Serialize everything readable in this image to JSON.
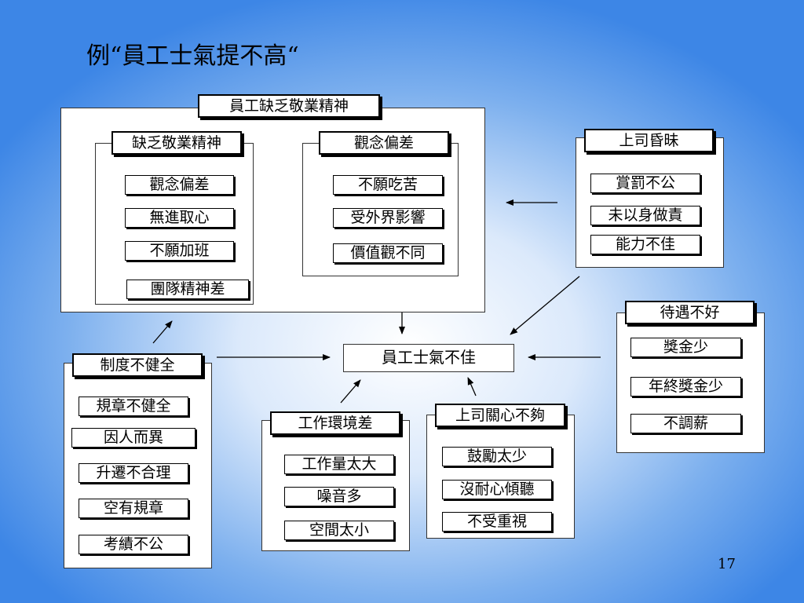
{
  "title": "例“員工士氣提不高“",
  "page_number": "17",
  "center": "員工士氣不佳",
  "employee_attitude": {
    "heading": "員工缺乏敬業精神",
    "lack_dedication": {
      "heading": "缺乏敬業精神",
      "items": [
        "觀念偏差",
        "無進取心",
        "不願加班",
        "團隊精神差"
      ]
    },
    "concept_bias": {
      "heading": "觀念偏差",
      "items": [
        "不願吃苦",
        "受外界影響",
        "價值觀不同"
      ]
    }
  },
  "boss_incompetent": {
    "heading": "上司昏昧",
    "items": [
      "賞罰不公",
      "未以身做責",
      "能力不佳"
    ]
  },
  "poor_pay": {
    "heading": "待遇不好",
    "items": [
      "獎金少",
      "年終獎金少",
      "不調薪"
    ]
  },
  "bad_system": {
    "heading": "制度不健全",
    "items": [
      "規章不健全",
      "因人而異",
      "升遷不合理",
      "空有規章",
      "考績不公"
    ]
  },
  "work_environment": {
    "heading": "工作環境差",
    "items": [
      "工作量太大",
      "噪音多",
      "空間太小"
    ]
  },
  "boss_care": {
    "heading": "上司關心不夠",
    "items": [
      "鼓勵太少",
      "沒耐心傾聽",
      "不受重視"
    ]
  }
}
